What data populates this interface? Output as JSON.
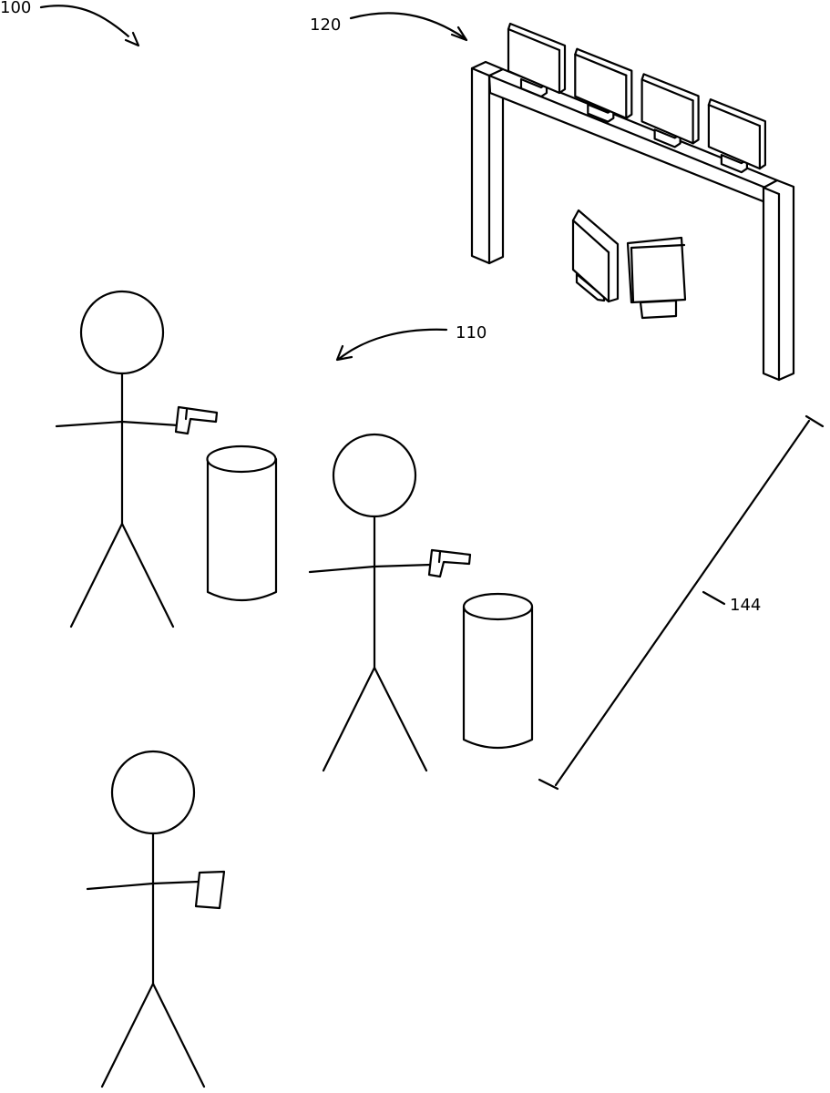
{
  "figure": {
    "labels": {
      "system": "100",
      "sensor_array": "120",
      "participants": "110",
      "range_distance": "144"
    },
    "colors": {
      "line": "#000000",
      "background": "#ffffff"
    }
  }
}
